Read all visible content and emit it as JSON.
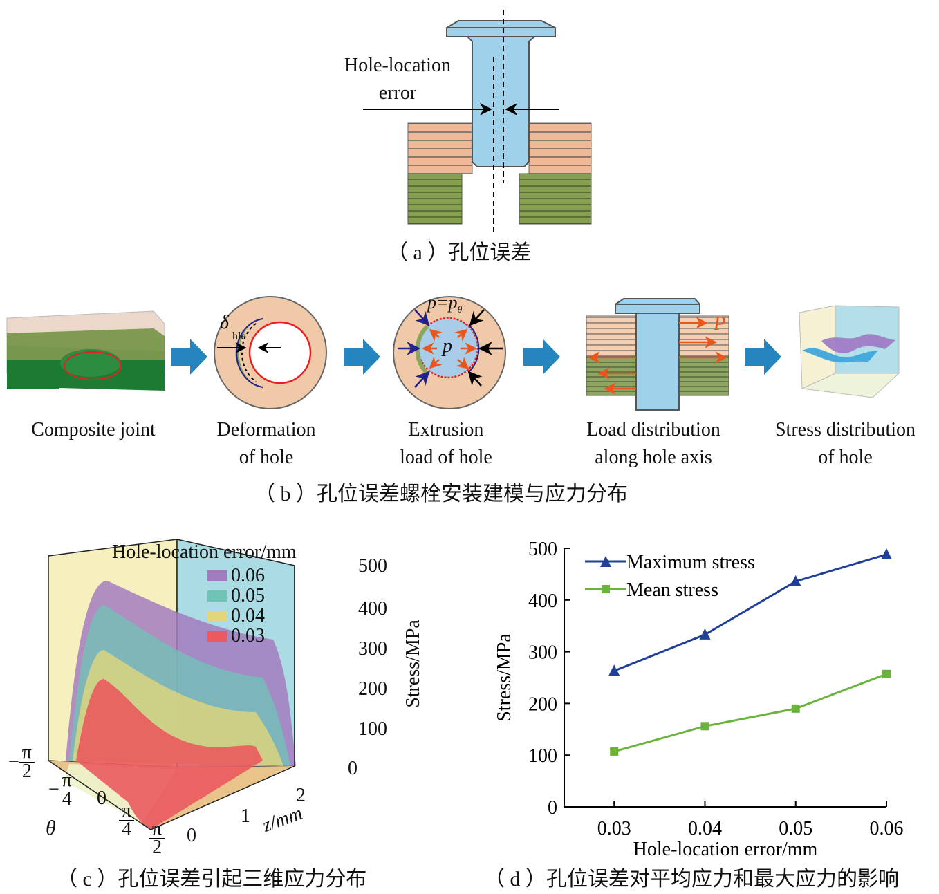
{
  "panel_a": {
    "annotation_line1": "Hole-location",
    "annotation_line2": "error",
    "caption": "（ a ）孔位误差"
  },
  "panel_b": {
    "steps": [
      {
        "line1": "Composite joint",
        "line2": ""
      },
      {
        "line1": "Deformation",
        "line2": "of hole"
      },
      {
        "line1": "Extrusion",
        "line2": "load of hole"
      },
      {
        "line1": "Load distribution",
        "line2": "along hole axis"
      },
      {
        "line1": "Stress distribution",
        "line2": "of hole"
      }
    ],
    "delta_symbol": "δ",
    "delta_subscript": "hle",
    "pressure_eq_left": "p=p",
    "pressure_eq_sub": "θ",
    "pressure_center": "p",
    "load_symbol": "P",
    "caption": "（ b ）孔位误差螺栓安装建模与应力分布"
  },
  "panel_c": {
    "legend_title": "Hole-location error/mm",
    "legend": [
      {
        "label": "0.06",
        "color": "#a37cc0"
      },
      {
        "label": "0.05",
        "color": "#6fc4b5"
      },
      {
        "label": "0.04",
        "color": "#e1d67a"
      },
      {
        "label": "0.03",
        "color": "#ea5a5e"
      }
    ],
    "stress_ticks": [
      "500",
      "400",
      "300",
      "200",
      "100",
      "0"
    ],
    "stress_label": "Stress/MPa",
    "z_ticks": [
      "0",
      "1",
      "2"
    ],
    "z_label": "z/mm",
    "theta_label": "θ",
    "theta_ticks": [
      {
        "sign": "−",
        "num": "π",
        "den": "2"
      },
      {
        "sign": "−",
        "num": "π",
        "den": "4"
      },
      {
        "sign": "",
        "num": "0",
        "den": ""
      },
      {
        "sign": "",
        "num": "π",
        "den": "4"
      },
      {
        "sign": "",
        "num": "π",
        "den": "2"
      }
    ],
    "caption": "（ c ）孔位误差引起三维应力分布"
  },
  "chart_data": {
    "type": "line",
    "title": "",
    "xlabel": "Hole-location error/mm",
    "ylabel": "Stress/MPa",
    "x": [
      0.03,
      0.04,
      0.05,
      0.06
    ],
    "x_tick_labels": [
      "0.03",
      "0.04",
      "0.05",
      "0.06"
    ],
    "y_tick_labels": [
      "0",
      "100",
      "200",
      "300",
      "400",
      "500"
    ],
    "ylim": [
      0,
      500
    ],
    "xlim": [
      0.0245,
      0.06
    ],
    "grid": false,
    "legend_position": "top-left",
    "series": [
      {
        "name": "Maximum stress",
        "marker": "triangle",
        "color": "#1f3f99",
        "values": [
          263,
          333,
          436,
          488
        ]
      },
      {
        "name": "Mean stress",
        "marker": "square",
        "color": "#6ab43e",
        "values": [
          107,
          156,
          190,
          257
        ]
      }
    ],
    "caption": "（ d ）孔位误差对平均应力和最大应力的影响"
  }
}
